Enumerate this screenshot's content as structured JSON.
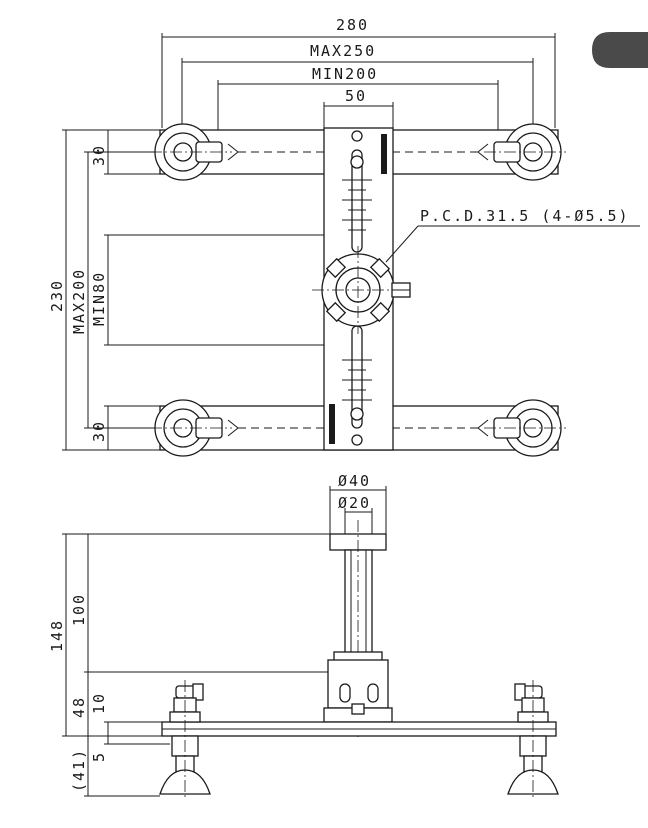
{
  "top_view": {
    "dim_280": "280",
    "dim_max250": "MAX250",
    "dim_min200": "MIN200",
    "dim_50": "50",
    "dim_30_top": "30",
    "dim_30_bottom": "30",
    "dim_230": "230",
    "dim_max200": "MAX200",
    "dim_min80": "MIN80",
    "pcd_label": "P.C.D.31.5 (4-Ø5.5)"
  },
  "side_view": {
    "dim_d40": "Ø40",
    "dim_d20": "Ø20",
    "dim_148": "148",
    "dim_100": "100",
    "dim_48": "48",
    "dim_10": "10",
    "dim_5": "5",
    "dim_41": "(41)"
  },
  "colors": {
    "line": "#1a1a1a",
    "tab": "#4a4a4a",
    "background": "#ffffff"
  }
}
